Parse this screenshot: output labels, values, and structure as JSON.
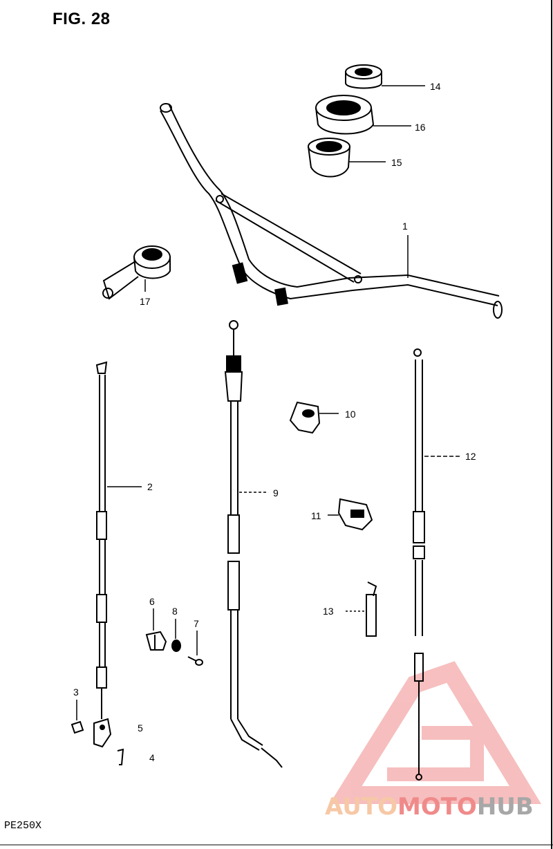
{
  "figure": {
    "title": "FIG. 28",
    "model": "PE250X"
  },
  "parts": {
    "p1": "1",
    "p2": "2",
    "p3": "3",
    "p4": "4",
    "p5": "5",
    "p6": "6",
    "p7": "7",
    "p8": "8",
    "p9": "9",
    "p10": "10",
    "p11": "11",
    "p12": "12",
    "p13": "13",
    "p14": "14",
    "p15": "15",
    "p16": "16",
    "p17": "17"
  },
  "watermark": {
    "part1": "AUTO",
    "part2": "MOTO",
    "part3": "HUB",
    "color_light": "#f7c8a6",
    "color_mid": "#f08a8a",
    "color_dark": "#a7a7a7"
  }
}
